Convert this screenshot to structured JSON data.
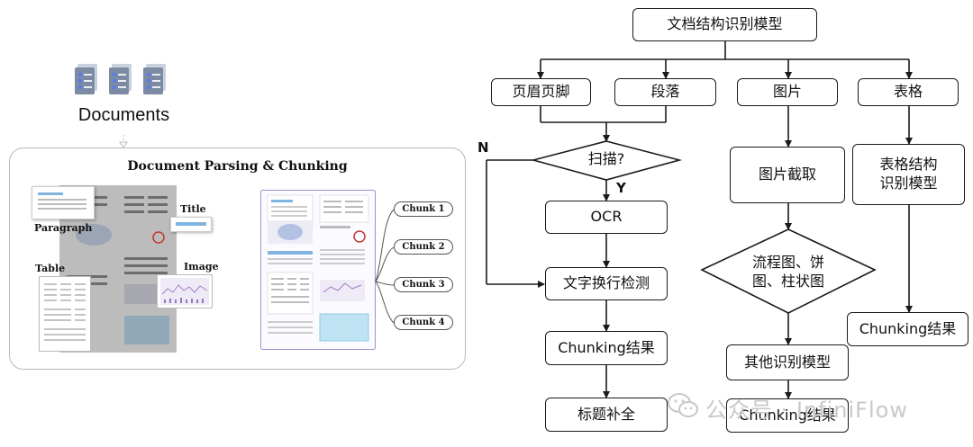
{
  "left": {
    "documents_label": "Documents",
    "panel_title": "Document Parsing & Chunking",
    "labels": {
      "paragraph": "Paragraph",
      "title": "Title",
      "table": "Table",
      "image": "Image"
    },
    "chunks": [
      "Chunk 1",
      "Chunk 2",
      "Chunk 3",
      "Chunk 4"
    ]
  },
  "flow": {
    "root": "文档结构识别模型",
    "header_footer": "页眉页脚",
    "paragraph": "段落",
    "picture": "图片",
    "table": "表格",
    "scan_decision": "扫描?",
    "no_label": "N",
    "yes_label": "Y",
    "ocr": "OCR",
    "line_break_detect": "文字换行检测",
    "chunking_result_left": "Chunking结果",
    "title_complete": "标题补全",
    "picture_crop": "图片截取",
    "chart_decision_line1": "流程图、饼",
    "chart_decision_line2": "图、柱状图",
    "other_model": "其他识别模型",
    "chunking_result_mid": "Chunking结果",
    "table_model_line1": "表格结构",
    "table_model_line2": "识别模型",
    "chunking_result_right": "Chunking结果"
  },
  "watermark": "公众号 · InfiniFlow"
}
